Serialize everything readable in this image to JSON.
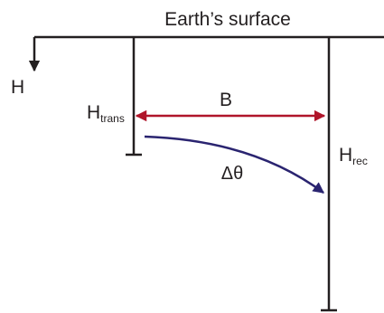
{
  "surface_label": "Earth’s surface",
  "depth_label": "H",
  "transmitter_label": {
    "main": "H",
    "sub": "trans"
  },
  "receiver_label": {
    "main": "H",
    "sub": "rec"
  },
  "separation_label": "B",
  "angle_label": "Δθ",
  "colors": {
    "line": "#231f20",
    "separation_arrow": "#b0152a",
    "angle_arrow": "#2a2470"
  }
}
